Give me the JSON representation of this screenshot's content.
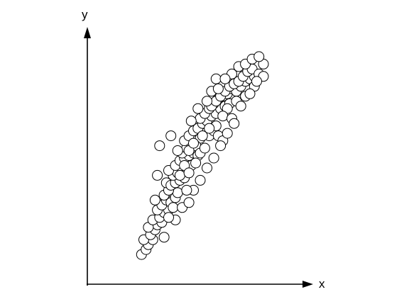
{
  "chart_data": {
    "type": "scatter",
    "title": "",
    "xlabel": "x",
    "ylabel": "y",
    "grid": false,
    "legend": "none",
    "xlim": [
      0,
      100
    ],
    "ylim": [
      0,
      100
    ],
    "marker": {
      "fill": "#ffffff",
      "stroke": "#000000"
    },
    "series": [
      {
        "points": [
          [
            24,
            12
          ],
          [
            26,
            14
          ],
          [
            27,
            16
          ],
          [
            29,
            18
          ],
          [
            25,
            18
          ],
          [
            28,
            20
          ],
          [
            30,
            22
          ],
          [
            31,
            24
          ],
          [
            33,
            25
          ],
          [
            27,
            23
          ],
          [
            29,
            26
          ],
          [
            32,
            27
          ],
          [
            34,
            29
          ],
          [
            36,
            30
          ],
          [
            31,
            30
          ],
          [
            33,
            32
          ],
          [
            35,
            34
          ],
          [
            37,
            33
          ],
          [
            39,
            35
          ],
          [
            34,
            36
          ],
          [
            30,
            34
          ],
          [
            38,
            31
          ],
          [
            40,
            37
          ],
          [
            36,
            38
          ],
          [
            35,
            41
          ],
          [
            37,
            40
          ],
          [
            39,
            41
          ],
          [
            41,
            42
          ],
          [
            43,
            43
          ],
          [
            38,
            44
          ],
          [
            40,
            45
          ],
          [
            42,
            46
          ],
          [
            44,
            47
          ],
          [
            46,
            48
          ],
          [
            36,
            46
          ],
          [
            39,
            48
          ],
          [
            41,
            50
          ],
          [
            43,
            51
          ],
          [
            45,
            52
          ],
          [
            47,
            53
          ],
          [
            49,
            52
          ],
          [
            42,
            53
          ],
          [
            44,
            55
          ],
          [
            46,
            57
          ],
          [
            48,
            58
          ],
          [
            50,
            59
          ],
          [
            52,
            61
          ],
          [
            54,
            60
          ],
          [
            56,
            62
          ],
          [
            43,
            58
          ],
          [
            45,
            60
          ],
          [
            47,
            62
          ],
          [
            49,
            63
          ],
          [
            51,
            65
          ],
          [
            53,
            66
          ],
          [
            55,
            68
          ],
          [
            57,
            69
          ],
          [
            59,
            71
          ],
          [
            61,
            72
          ],
          [
            63,
            73
          ],
          [
            50,
            67
          ],
          [
            52,
            69
          ],
          [
            54,
            71
          ],
          [
            56,
            73
          ],
          [
            58,
            75
          ],
          [
            60,
            76
          ],
          [
            62,
            77
          ],
          [
            64,
            79
          ],
          [
            66,
            78
          ],
          [
            68,
            80
          ],
          [
            70,
            82
          ],
          [
            72,
            83
          ],
          [
            74,
            84
          ],
          [
            55,
            72
          ],
          [
            57,
            74
          ],
          [
            59,
            76
          ],
          [
            61,
            78
          ],
          [
            63,
            80
          ],
          [
            65,
            81
          ],
          [
            67,
            82
          ],
          [
            69,
            84
          ],
          [
            71,
            86
          ],
          [
            73,
            87
          ],
          [
            76,
            85
          ],
          [
            78,
            89
          ],
          [
            78,
            84
          ],
          [
            74,
            80
          ],
          [
            70,
            76
          ],
          [
            66,
            74
          ],
          [
            62,
            71
          ],
          [
            60,
            68
          ],
          [
            57,
            64
          ],
          [
            54,
            63
          ],
          [
            51,
            60
          ],
          [
            48,
            56
          ],
          [
            45,
            54
          ],
          [
            47,
            57
          ],
          [
            41,
            44
          ],
          [
            43,
            48
          ],
          [
            45,
            45
          ],
          [
            48,
            49
          ],
          [
            50,
            53
          ],
          [
            52,
            55
          ],
          [
            58,
            60
          ],
          [
            60,
            58
          ],
          [
            64,
            67
          ],
          [
            68,
            72
          ],
          [
            72,
            77
          ],
          [
            75,
            82
          ],
          [
            34,
            19
          ],
          [
            39,
            26
          ],
          [
            42,
            31
          ],
          [
            45,
            33
          ],
          [
            47,
            38
          ],
          [
            50,
            42
          ],
          [
            53,
            47
          ],
          [
            56,
            51
          ],
          [
            59,
            56
          ],
          [
            62,
            61
          ],
          [
            65,
            65
          ],
          [
            32,
            56
          ],
          [
            37,
            60
          ],
          [
            31,
            44
          ],
          [
            46,
            66
          ],
          [
            44,
            38
          ],
          [
            36,
            27
          ],
          [
            53,
            74
          ],
          [
            55,
            78
          ],
          [
            49,
            71
          ],
          [
            40,
            54
          ],
          [
            57,
            83
          ],
          [
            64,
            85
          ],
          [
            67,
            88
          ],
          [
            61,
            83
          ],
          [
            58,
            79
          ],
          [
            70,
            89
          ],
          [
            73,
            91
          ],
          [
            76,
            92
          ]
        ]
      }
    ]
  }
}
